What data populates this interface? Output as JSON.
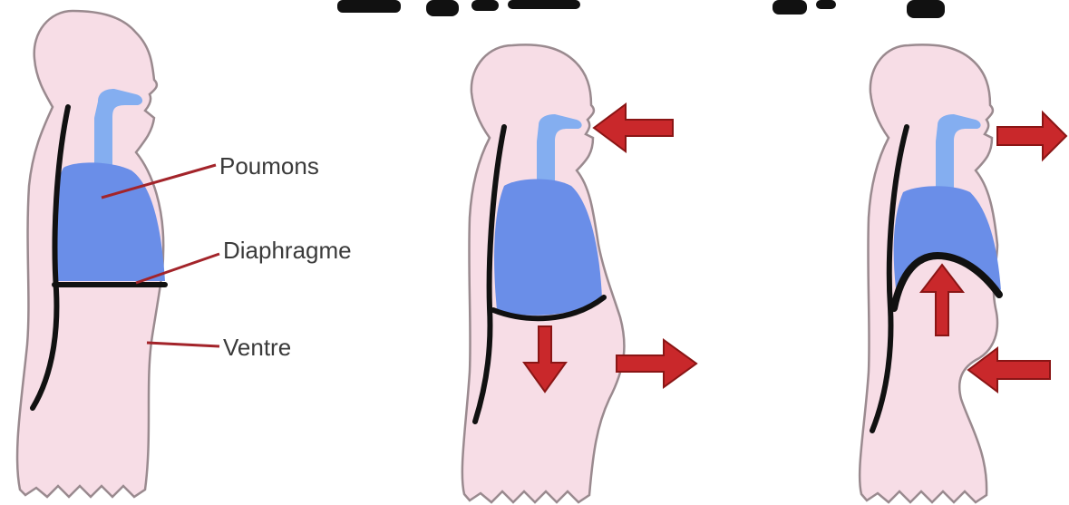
{
  "title_fragment": "…piration … p…",
  "labels": {
    "lungs": "Poumons",
    "diaphragm": "Diaphragme",
    "belly": "Ventre"
  },
  "colors": {
    "body": "#f7dde6",
    "outline": "#9a8a8f",
    "lungs": "#6a8ee8",
    "airway": "#84aef0",
    "spine": "#111111",
    "arrow": "#c9282b",
    "arrow_edge": "#8a1515",
    "leader": "#a3242a"
  },
  "panels": [
    {
      "name": "anatomy",
      "arrows": []
    },
    {
      "name": "inspiration",
      "arrows": [
        "air-in",
        "diaphragm-down",
        "belly-out"
      ]
    },
    {
      "name": "expiration",
      "arrows": [
        "air-out",
        "diaphragm-up",
        "belly-in"
      ]
    }
  ]
}
